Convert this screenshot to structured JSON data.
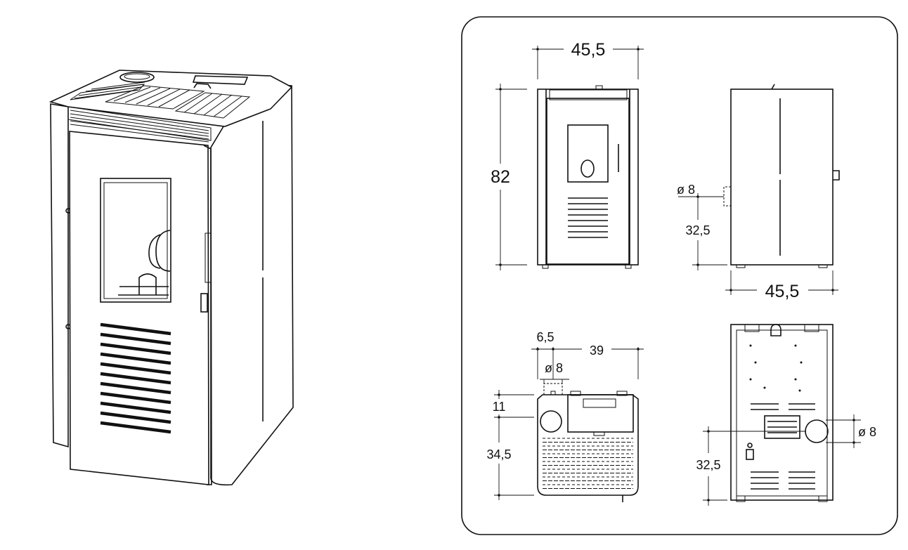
{
  "dimensions": {
    "front_width": "45,5",
    "front_height": "82",
    "side_depth": "45,5",
    "side_flue_diameter": "ø 8",
    "side_flue_height": "32,5",
    "top_offset": "6,5",
    "top_spacing": "39",
    "top_flue_diameter": "ø 8",
    "top_back_offset": "11",
    "top_flue_depth": "34,5",
    "rear_flue_diameter": "ø 8",
    "rear_flue_height": "32,5"
  }
}
